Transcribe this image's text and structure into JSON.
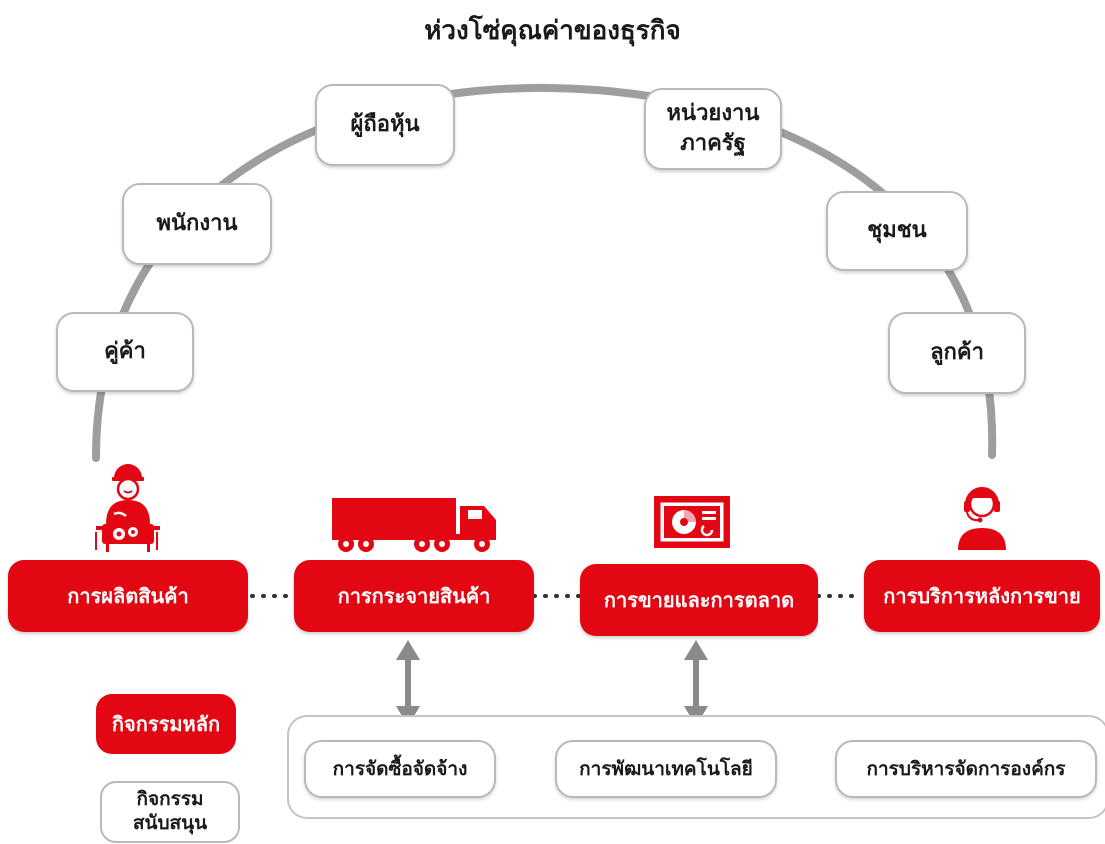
{
  "title": "ห่วงโซ่คุณค่าของธุรกิจ",
  "stakeholders": [
    {
      "label": "คู่ค้า"
    },
    {
      "label": "พนักงาน"
    },
    {
      "label": "ผู้ถือหุ้น"
    },
    {
      "label": "หน่วยงาน\nภาครัฐ"
    },
    {
      "label": "ชุมชน"
    },
    {
      "label": "ลูกค้า"
    }
  ],
  "primary_activities": [
    {
      "label": "การผลิตสินค้า",
      "icon": "factory-worker-icon"
    },
    {
      "label": "การกระจายสินค้า",
      "icon": "truck-icon"
    },
    {
      "label": "การขายและการตลาด",
      "icon": "sales-dashboard-icon"
    },
    {
      "label": "การบริการหลังการขาย",
      "icon": "call-center-agent-icon"
    }
  ],
  "support_activities": [
    {
      "label": "การจัดซื้อจัดจ้าง"
    },
    {
      "label": "การพัฒนาเทคโนโลยี"
    },
    {
      "label": "การบริหารจัดการองค์กร"
    }
  ],
  "legend": {
    "primary": "กิจกรรมหลัก",
    "support": "กิจกรรม\nสนับสนุน"
  },
  "colors": {
    "primary": "#e30613",
    "arc": "#9e9e9e",
    "arrow": "#8a8a8a",
    "border": "#b9b9b9"
  }
}
